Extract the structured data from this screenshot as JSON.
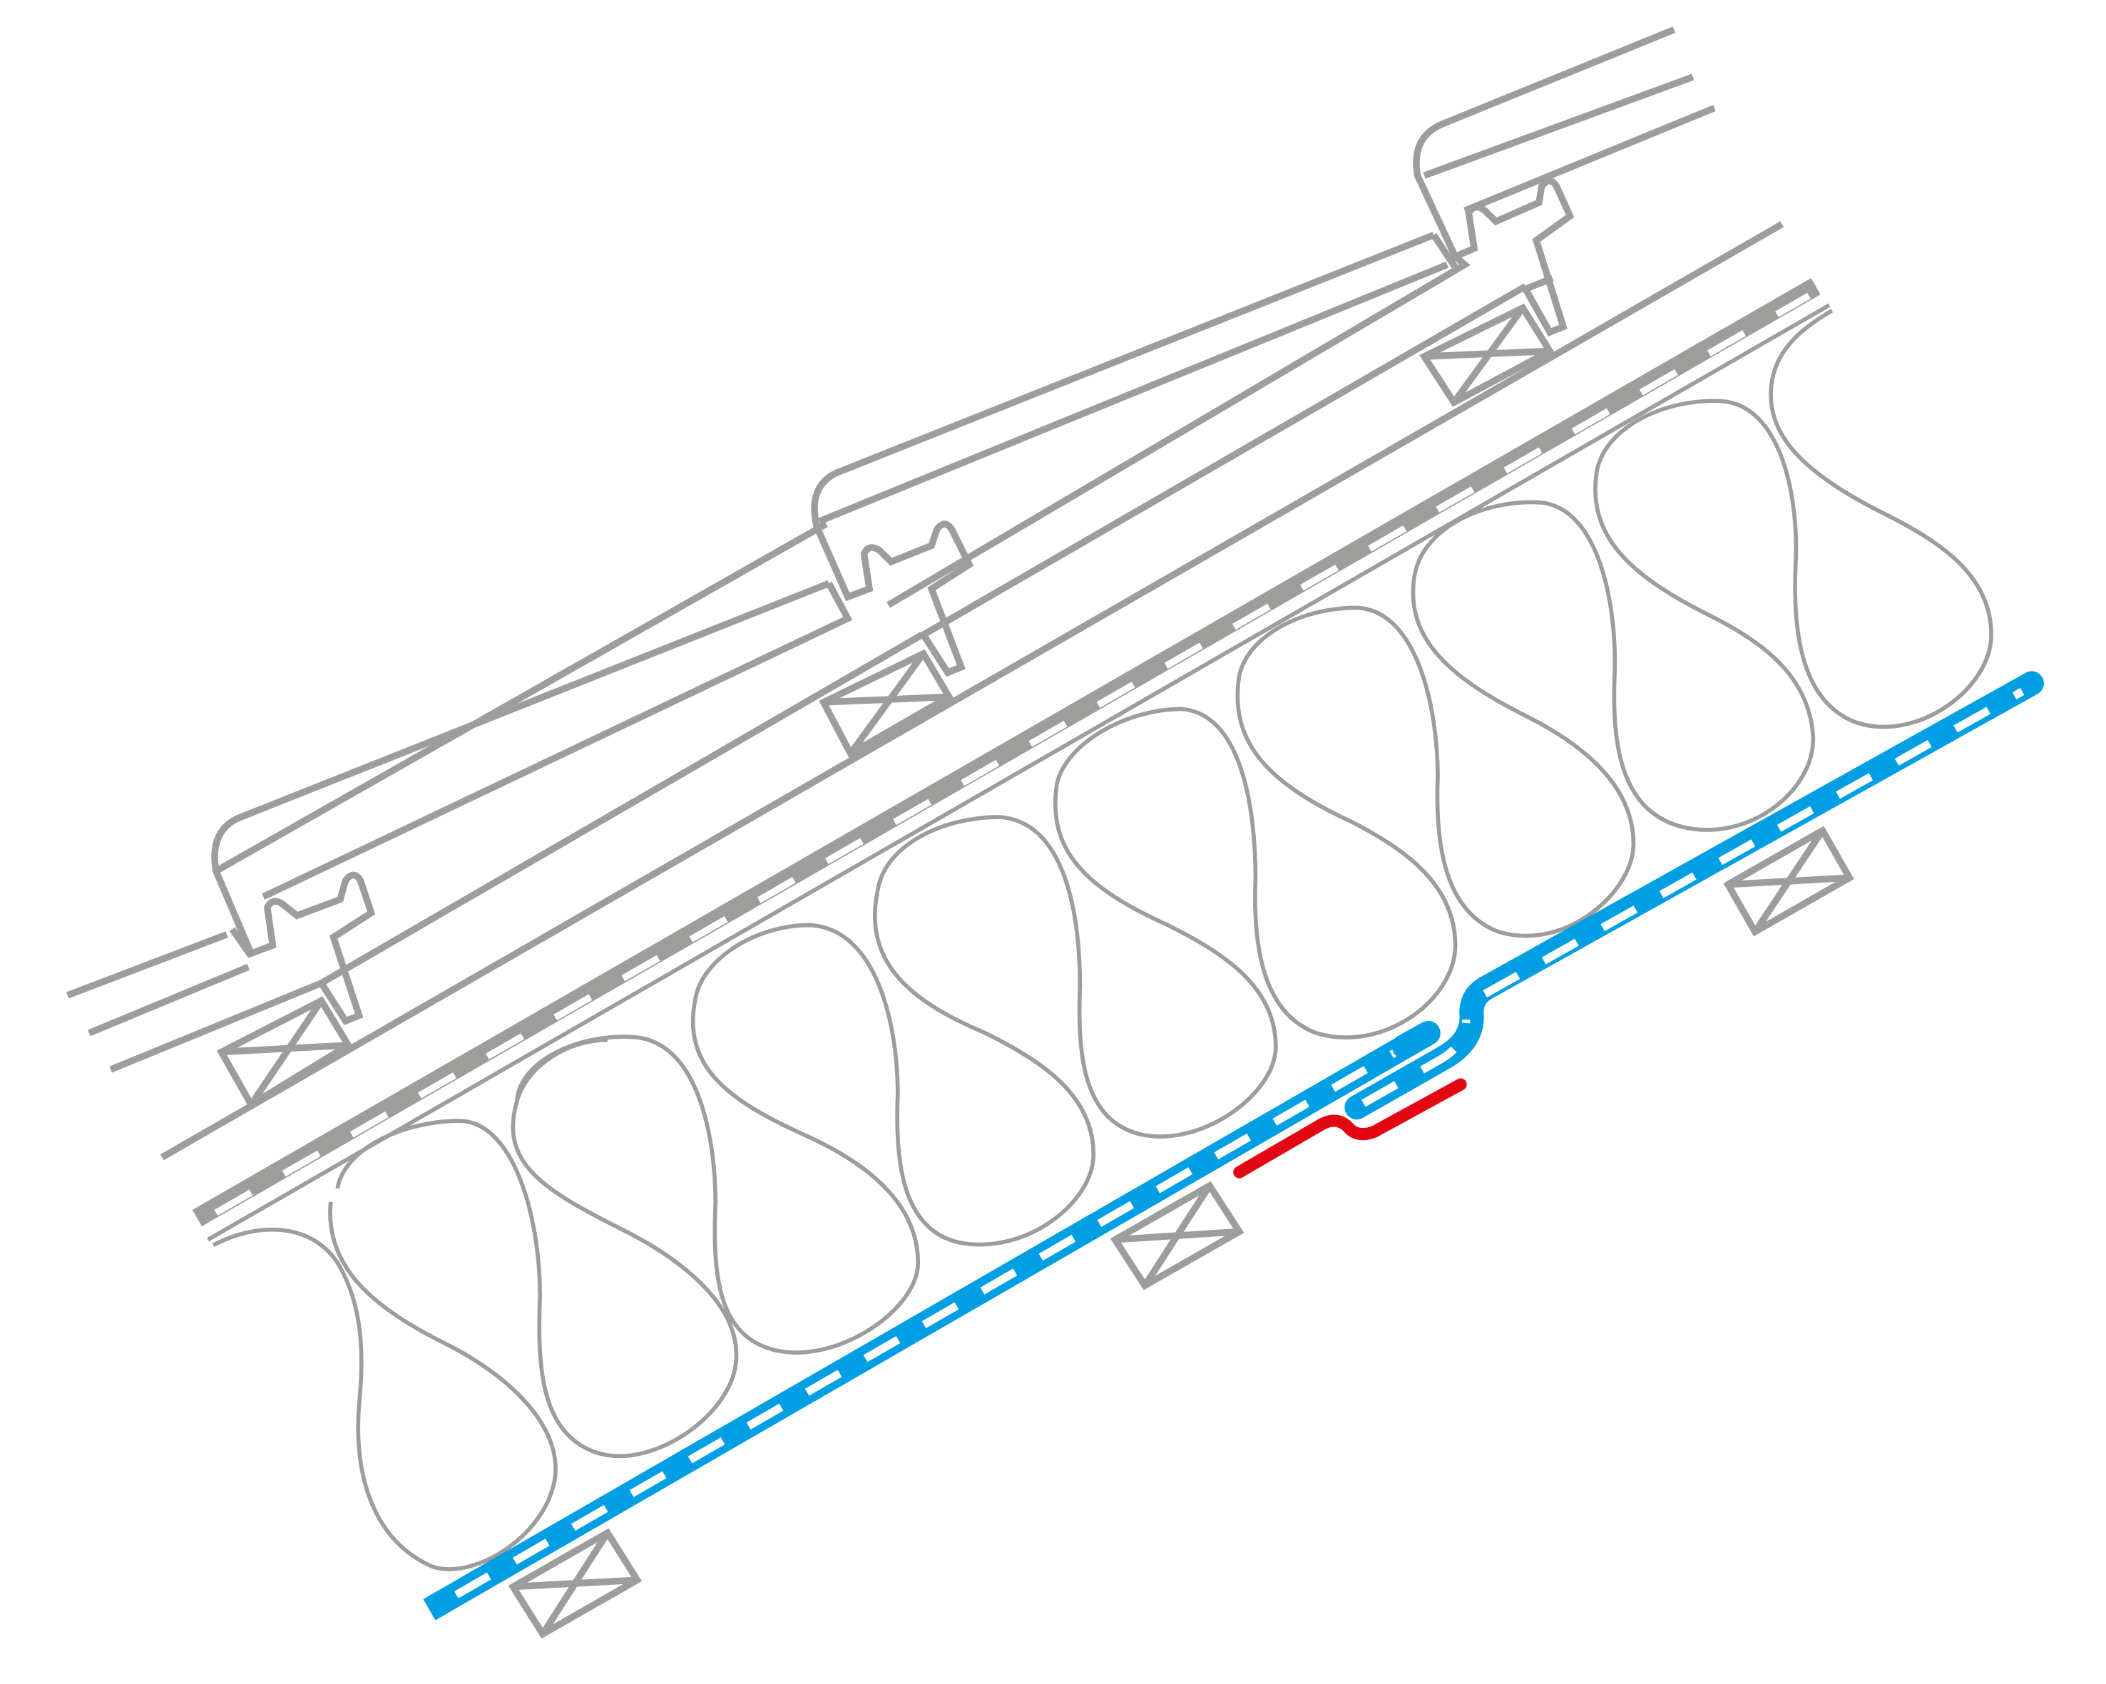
{
  "diagram": {
    "title": "Pitched roof cross-section with between-rafter insulation and vapour control layer joint",
    "colors": {
      "structure": "#9d9d9c",
      "vapour_control_layer": "#009fe3",
      "sealing_tape": "#e30613",
      "background": "#ffffff"
    },
    "layers": [
      {
        "name": "roof-tiles",
        "count": 3,
        "color": "#9d9d9c"
      },
      {
        "name": "tile-battens",
        "count": 3,
        "color": "#9d9d9c"
      },
      {
        "name": "counter-batten-line",
        "color": "#9d9d9c"
      },
      {
        "name": "underlay-membrane",
        "style": "dashed-thick",
        "color": "#9d9d9c"
      },
      {
        "name": "insulation",
        "style": "blob-outlines",
        "count": 10,
        "color": "#9d9d9c"
      },
      {
        "name": "vapour-control-layer",
        "style": "dashed-thick",
        "color": "#009fe3",
        "has_overlap_joint": true
      },
      {
        "name": "sealing-tape",
        "color": "#e30613"
      },
      {
        "name": "lower-battens",
        "count": 3,
        "color": "#9d9d9c"
      }
    ]
  }
}
